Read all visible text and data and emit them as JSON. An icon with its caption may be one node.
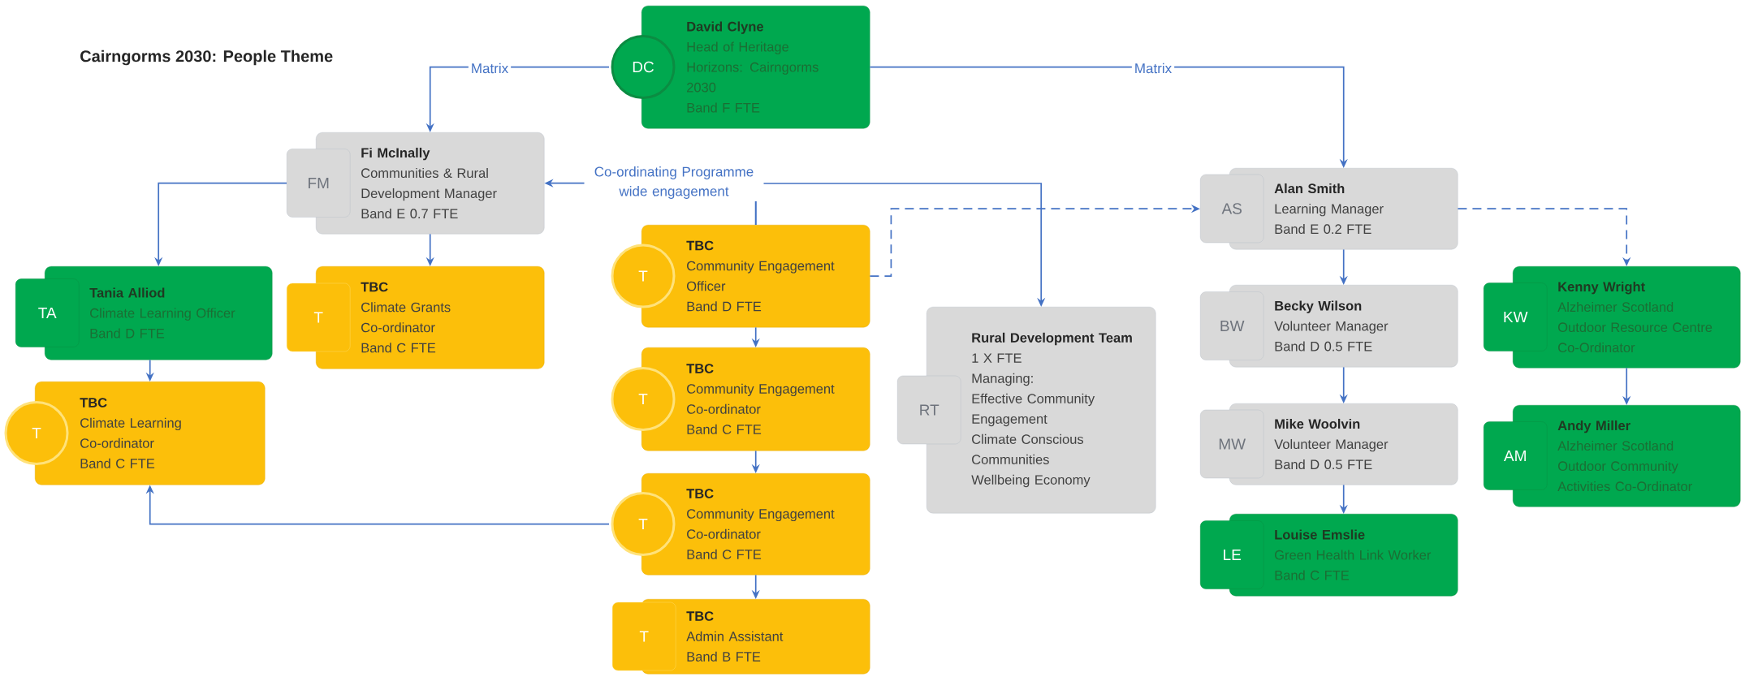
{
  "diagram": {
    "title": "Cairngorms 2030: People Theme",
    "nodes": [
      {
        "text": [
          "DC",
          "David Clyne",
          "Head of Heritage Horizons: Cairngorms 2030",
          "Band F FTE"
        ]
      },
      {
        "text": [
          "FM",
          "Fi McInally",
          "Communities & Rural Development Manager",
          "Band E 0.7 FTE"
        ]
      },
      {
        "text": [
          "T",
          "TBC",
          "Community Engagement Officer",
          "Band D FTE"
        ]
      },
      {
        "text": [
          "AS",
          "Alan Smith",
          "Learning Manager",
          "Band E 0.2 FTE"
        ]
      },
      {
        "text": [
          "TA",
          "Tania Alliod",
          "Climate Learning Officer",
          "Band D FTE"
        ]
      },
      {
        "text": [
          "T",
          "TBC",
          "Climate Grants Co-ordinator",
          "Band C FTE"
        ]
      },
      {
        "text": [
          "KW",
          "Kenny Wright",
          "Alzheimer Scotland Outdoor Resource Centre Co-Ordinator"
        ]
      },
      {
        "text": [
          "BW",
          "Becky Wilson",
          "Volunteer Manager",
          "Band D 0.5 FTE"
        ]
      },
      {
        "text": [
          "RT",
          "Rural Development Team",
          "1 X FTE",
          "Managing:",
          "Effective Community Engagement",
          "Climate Conscious Communities",
          "Wellbeing Economy"
        ]
      },
      {
        "text": [
          "T",
          "TBC",
          "Climate Learning Co-ordinator",
          "Band C FTE"
        ]
      },
      {
        "text": [
          "T",
          "TBC",
          "Community Engagement Co-ordinator",
          "Band C FTE"
        ]
      },
      {
        "text": [
          "MW",
          "Mike Woolvin",
          "Volunteer Manager",
          "Band D 0.5 FTE"
        ]
      },
      {
        "text": [
          "AM",
          "Andy Miller",
          "Alzheimer Scotland Outdoor Community Activities Co-Ordinator"
        ]
      },
      {
        "text": [
          "T",
          "TBC",
          "Community Engagement Co-ordinator",
          "Band C FTE"
        ]
      },
      {
        "text": [
          "LE",
          "Louise Emslie",
          "Green Health Link Worker",
          "Band C FTE"
        ]
      },
      {
        "text": [
          "T",
          "TBC",
          "Admin Assistant",
          "Band B FTE"
        ]
      }
    ],
    "edges": [
      {
        "from": 0,
        "to": 1,
        "arrow": "to",
        "label": "Matrix"
      },
      {
        "from": 0,
        "to": 3,
        "arrow": "to",
        "label": "Matrix"
      },
      {
        "from": 1,
        "to": 4,
        "arrow": "to"
      },
      {
        "from": 1,
        "to": 5,
        "arrow": "to"
      },
      {
        "from": 2,
        "to": 1,
        "arrow": "to",
        "label": "Co-ordinating Programme wide engagement"
      },
      {
        "from": 2,
        "to": 8,
        "arrow": "to"
      },
      {
        "from": 2,
        "to": 3,
        "arrow": "to",
        "style": "dashed"
      },
      {
        "from": 3,
        "to": 6,
        "arrow": "to",
        "style": "dashed"
      },
      {
        "from": 3,
        "to": 7,
        "arrow": "to"
      },
      {
        "from": 7,
        "to": 11,
        "arrow": "to"
      },
      {
        "from": 11,
        "to": 14,
        "arrow": "to"
      },
      {
        "from": 6,
        "to": 12,
        "arrow": "to"
      },
      {
        "from": 4,
        "to": 9,
        "arrow": "to"
      },
      {
        "from": 2,
        "to": 10,
        "arrow": "to"
      },
      {
        "from": 10,
        "to": 13,
        "arrow": "to"
      },
      {
        "from": 13,
        "to": 15,
        "arrow": "to"
      },
      {
        "from": 13,
        "to": 9,
        "arrow": "to"
      }
    ]
  }
}
